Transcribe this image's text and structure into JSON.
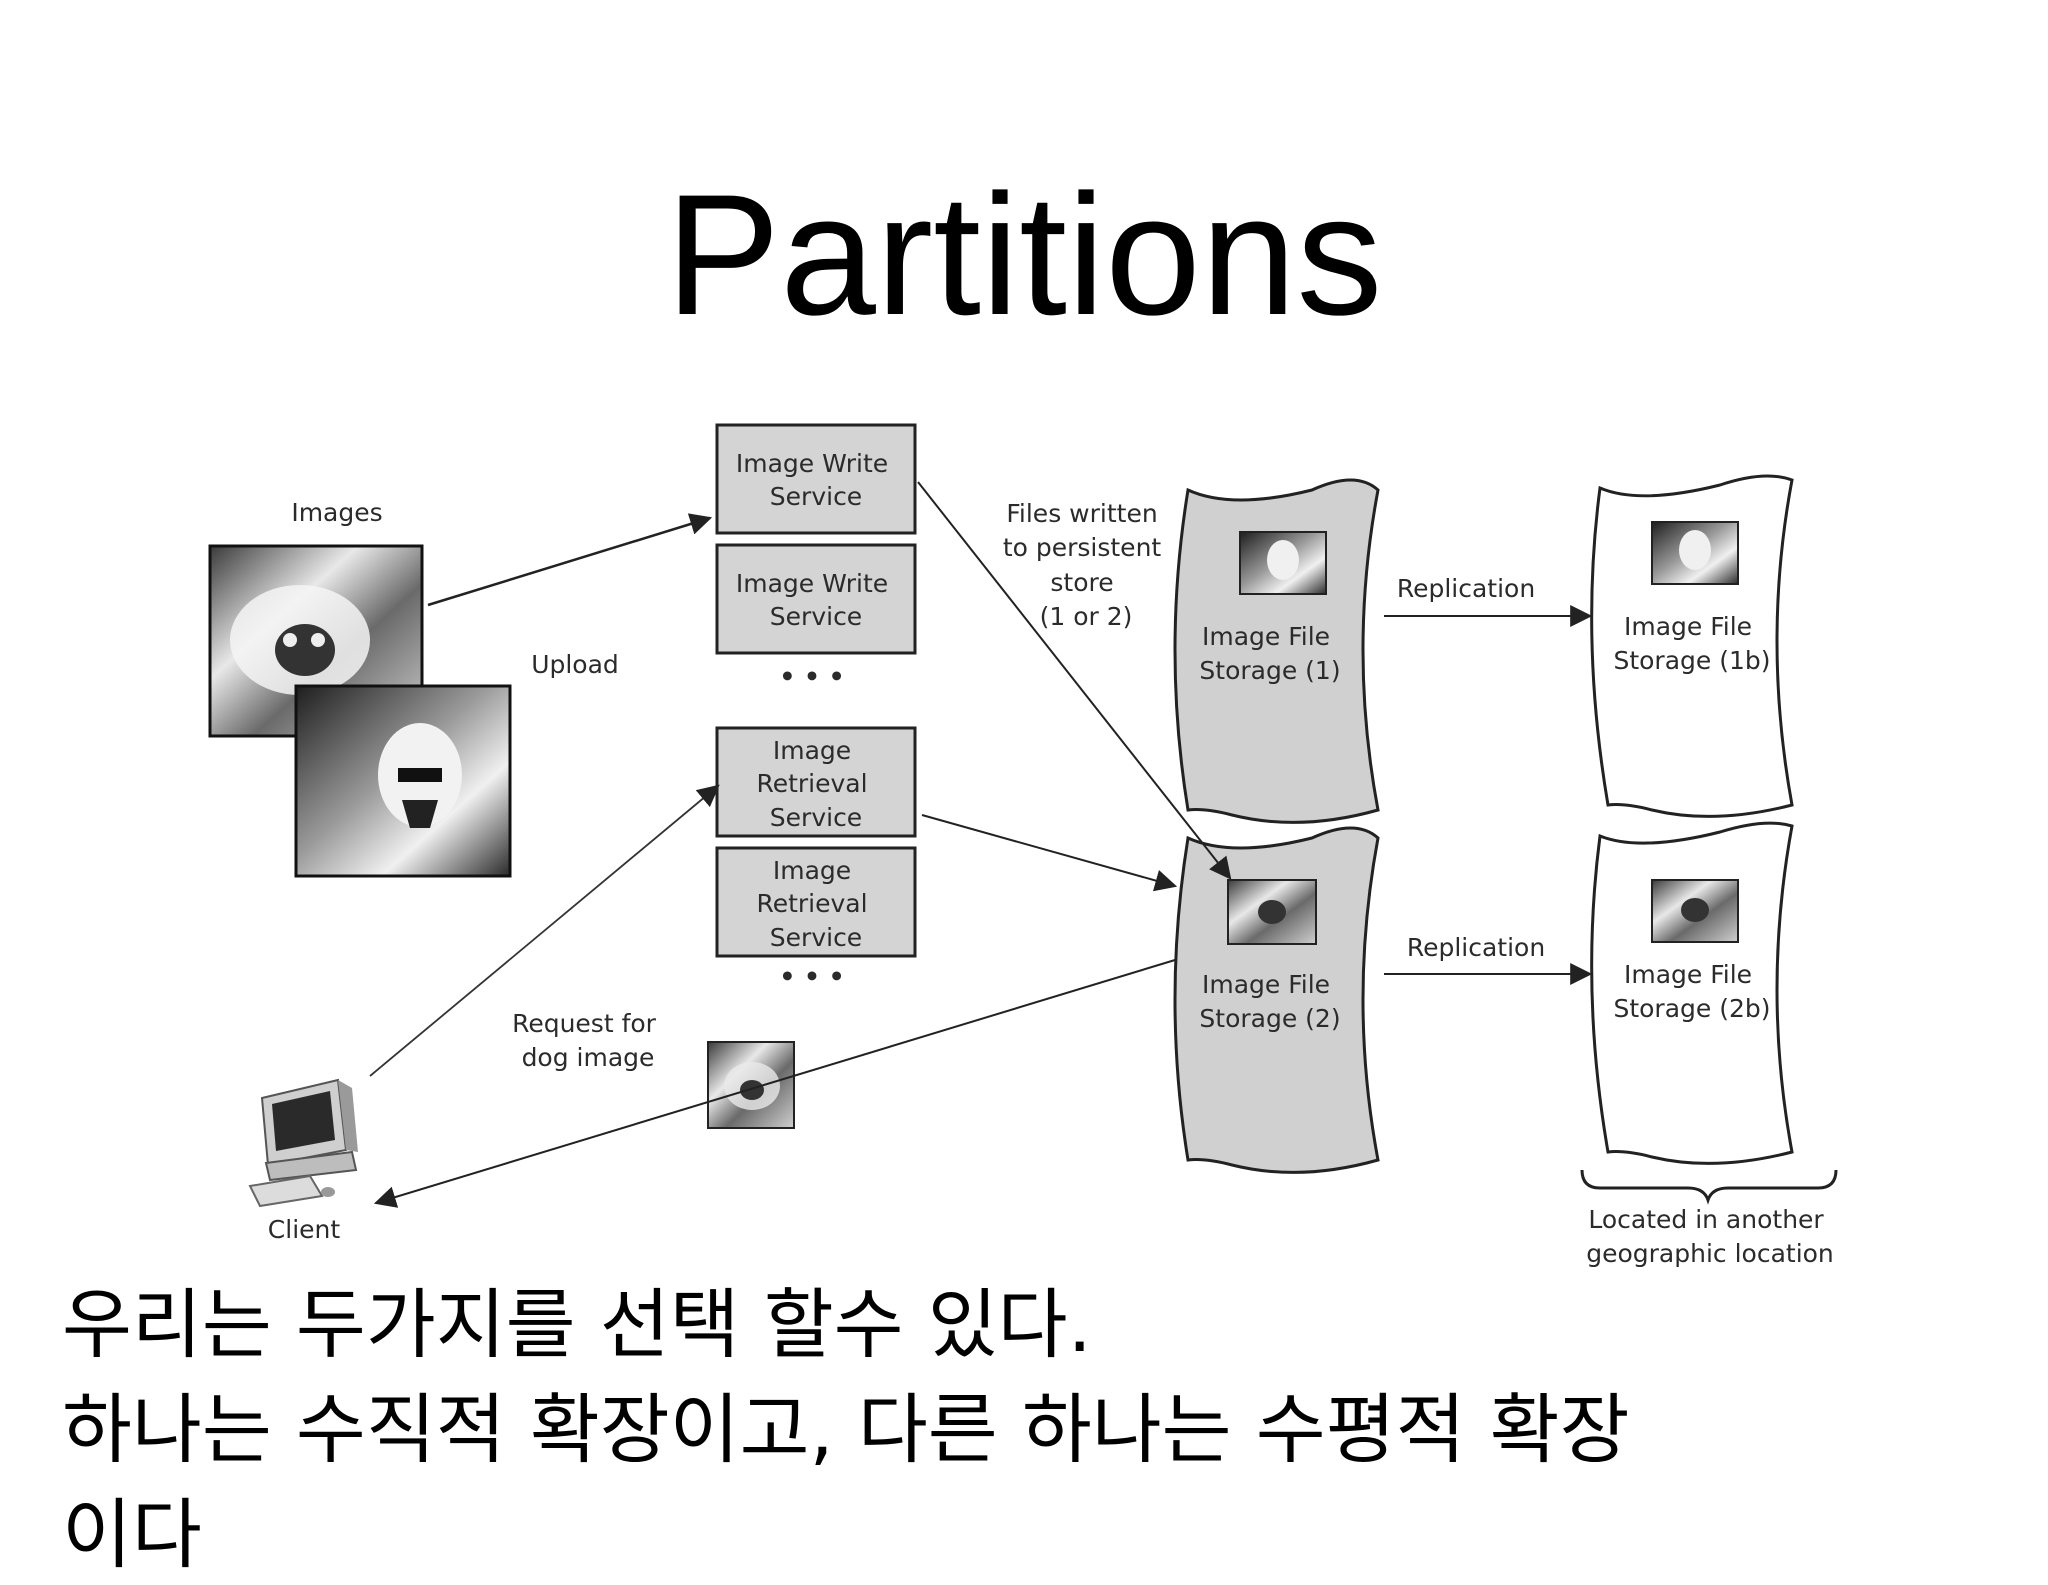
{
  "slide": {
    "title": "Partitions",
    "caption_lines": [
      "우리는 두가지를 선택 할수 있다.",
      "하나는 수직적 확장이고, 다른 하나는 수평적 확장",
      "이다"
    ]
  },
  "diagram": {
    "images_label": "Images",
    "upload_label": "Upload",
    "client_label": "Client",
    "request_label_lines": [
      "Request for",
      "dog image"
    ],
    "write_services": [
      {
        "lines": [
          "Image Write",
          "Service"
        ]
      },
      {
        "lines": [
          "Image Write",
          "Service"
        ]
      }
    ],
    "retrieval_services": [
      {
        "lines": [
          "Image",
          "Retrieval",
          "Service"
        ]
      },
      {
        "lines": [
          "Image",
          "Retrieval",
          "Service"
        ]
      }
    ],
    "ellipsis": "• • •",
    "files_written_lines": [
      "Files written",
      "to persistent",
      "store",
      "(1 or 2)"
    ],
    "primary_storage": [
      {
        "lines": [
          "Image File",
          "Storage (1)"
        ]
      },
      {
        "lines": [
          "Image File",
          "Storage (2)"
        ]
      }
    ],
    "replication_label": "Replication",
    "replica_storage": [
      {
        "lines": [
          "Image File",
          "Storage (1b)"
        ]
      },
      {
        "lines": [
          "Image File",
          "Storage (2b)"
        ]
      }
    ],
    "location_lines": [
      "Located in another",
      "geographic location"
    ]
  },
  "colors": {
    "service_fill": "#d4d4d4",
    "primary_storage_fill": "#d0d0d0",
    "replica_storage_fill": "#ffffff",
    "stroke": "#222222"
  }
}
